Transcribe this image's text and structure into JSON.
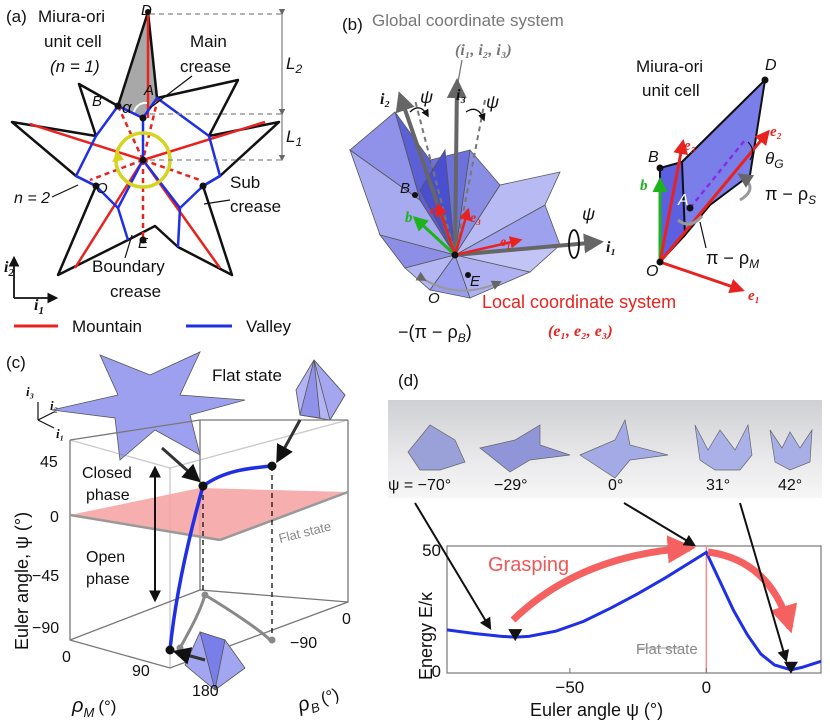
{
  "panel_a": {
    "label": "(a)",
    "title_line1": "Miura-ori",
    "title_line2": "unit cell",
    "title_line3": "(n = 1)",
    "main_crease_1": "Main",
    "main_crease_2": "crease",
    "sub_crease_1": "Sub",
    "sub_crease_2": "crease",
    "boundary_1": "Boundary",
    "boundary_2": "crease",
    "n2": "n = 2",
    "pt_D": "D",
    "pt_A": "A",
    "pt_B": "B",
    "pt_O": "O",
    "pt_E": "E",
    "alpha": "α",
    "L1": "L",
    "L1_sub": "1",
    "L2": "L",
    "L2_sub": "2",
    "axis_i2": "i",
    "axis_i2_sub": "2",
    "axis_i1": "i",
    "axis_i1_sub": "1",
    "legend_mountain": "Mountain",
    "legend_valley": "Valley",
    "color_mountain": "#e8231f",
    "color_valley": "#1f2fe6"
  },
  "panel_b": {
    "label": "(b)",
    "global_title": "Global coordinate system",
    "global_triplet": "(i₁, i₂, i₃)",
    "i1": "i₁",
    "i2": "i₂",
    "i3": "i₃",
    "psi": "ψ",
    "pt_B": "B",
    "pt_E": "E",
    "pt_O": "O",
    "b": "b",
    "e1": "e₁",
    "e2": "e₂",
    "e3": "e₃",
    "rho_b": "−(π − ρ",
    "rho_b_sub": "B",
    "rho_b_close": ")",
    "local_title": "Local coordinate system",
    "local_triplet": "(e₁, e₂, e₃)",
    "unit_title_1": "Miura-ori",
    "unit_title_2": "unit cell",
    "u_D": "D",
    "u_B": "B",
    "u_A": "A",
    "u_O": "O",
    "theta": "θ",
    "theta_sub": "G",
    "rho_s": "π − ρ",
    "rho_s_sub": "S",
    "rho_m": "π − ρ",
    "rho_m_sub": "M"
  },
  "panel_c": {
    "label": "(c)",
    "flat_state": "Flat state",
    "closed_1": "Closed",
    "closed_2": "phase",
    "open_1": "Open",
    "open_2": "phase",
    "flat_plane_label": "Flat state",
    "ylabel": "Euler angle, ψ (°)",
    "xlabel_rhoM": "ρ",
    "xlabel_rhoM_sub": "M",
    "xlabel_rhoM_unit": "(°)",
    "xlabel_rhoB": "ρ",
    "xlabel_rhoB_sub": "B",
    "xlabel_rhoB_unit": "(°)",
    "yticks": [
      "45",
      "0",
      "−45",
      "−90"
    ],
    "xticks_M": [
      "0",
      "90",
      "180"
    ],
    "xticks_B": [
      "−90",
      "0"
    ],
    "axis_i1": "i₁",
    "axis_i2": "i₂",
    "axis_i3": "i₃"
  },
  "panel_d": {
    "label": "(d)",
    "photo_labels": [
      "ψ = −70°",
      "−29°",
      "0°",
      "31°",
      "42°"
    ],
    "grasping": "Grasping",
    "flat_state": "Flat state",
    "chart_data": {
      "type": "line",
      "xlabel": "Euler angle ψ (°)",
      "ylabel": "Energy E/κ",
      "xlim": [
        -95,
        42
      ],
      "ylim": [
        0,
        50
      ],
      "xticks": [
        -50,
        0
      ],
      "yticks": [
        0,
        50
      ],
      "x": [
        -95,
        -85,
        -75,
        -70,
        -65,
        -55,
        -45,
        -35,
        -25,
        -15,
        -5,
        0,
        5,
        10,
        15,
        20,
        25,
        31,
        35,
        42
      ],
      "y": [
        17,
        15.5,
        14.3,
        14,
        14.3,
        16.5,
        20.5,
        26,
        32,
        38.5,
        45.5,
        49,
        37,
        25,
        15,
        7,
        2.5,
        0.5,
        1.5,
        4
      ],
      "minima": [
        {
          "x": -70,
          "y": 14
        },
        {
          "x": 31,
          "y": 0.5
        }
      ],
      "flat_line_x": 0
    }
  }
}
